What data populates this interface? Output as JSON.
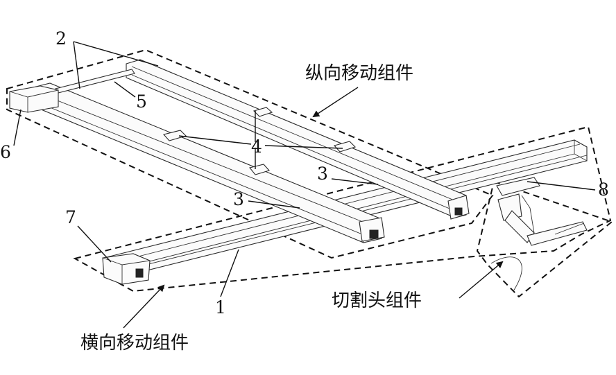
{
  "labels": {
    "n1": "1",
    "n2": "2",
    "n3a": "3",
    "n3b": "3",
    "n4": "4",
    "n5": "5",
    "n6": "6",
    "n7": "7",
    "n8": "8",
    "longitudinal": "纵向移动组件",
    "transverse": "横向移动组件",
    "cutting_head": "切割头组件"
  }
}
